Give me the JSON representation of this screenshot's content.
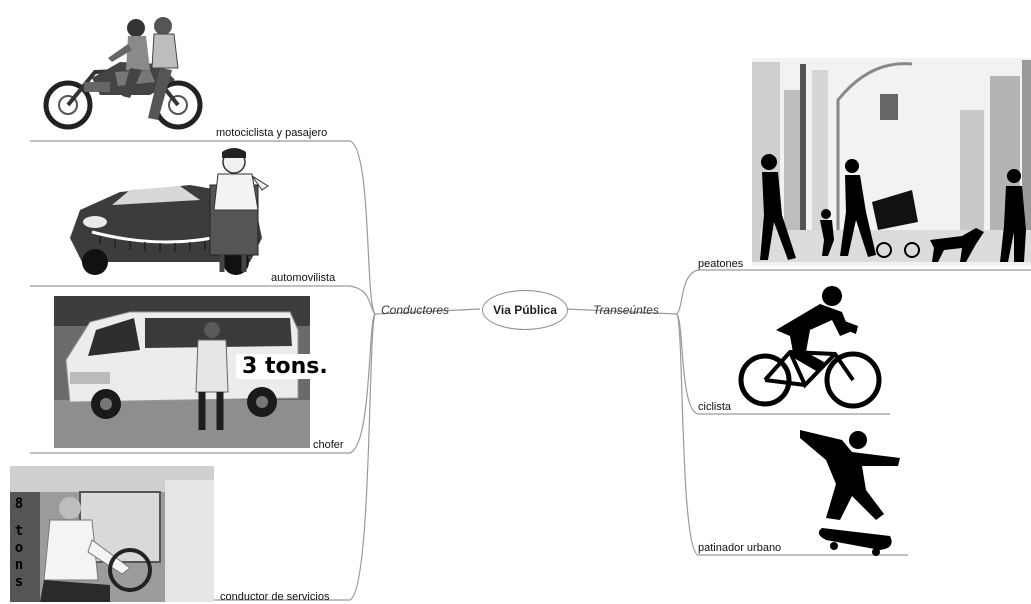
{
  "center": {
    "label": "Via Pública"
  },
  "left_branch": {
    "label": "Conductores",
    "items": [
      {
        "label": "motociclista y pasajero",
        "icon": "motorcycle-riders-icon"
      },
      {
        "label": "automovilista",
        "icon": "car-driver-icon"
      },
      {
        "label": "chofer",
        "icon": "van-driver-photo"
      },
      {
        "label": "conductor de servicios",
        "icon": "bus-driver-photo"
      }
    ],
    "van_badge": "3 tons.",
    "bus_badge": [
      "8",
      "t",
      "o",
      "n",
      "s"
    ]
  },
  "right_branch": {
    "label": "Transeúntes",
    "items": [
      {
        "label": "peatones",
        "icon": "pedestrians-city-icon"
      },
      {
        "label": "ciclista",
        "icon": "cyclist-silhouette-icon"
      },
      {
        "label": "patinador urbano",
        "icon": "skater-silhouette-icon"
      }
    ]
  }
}
